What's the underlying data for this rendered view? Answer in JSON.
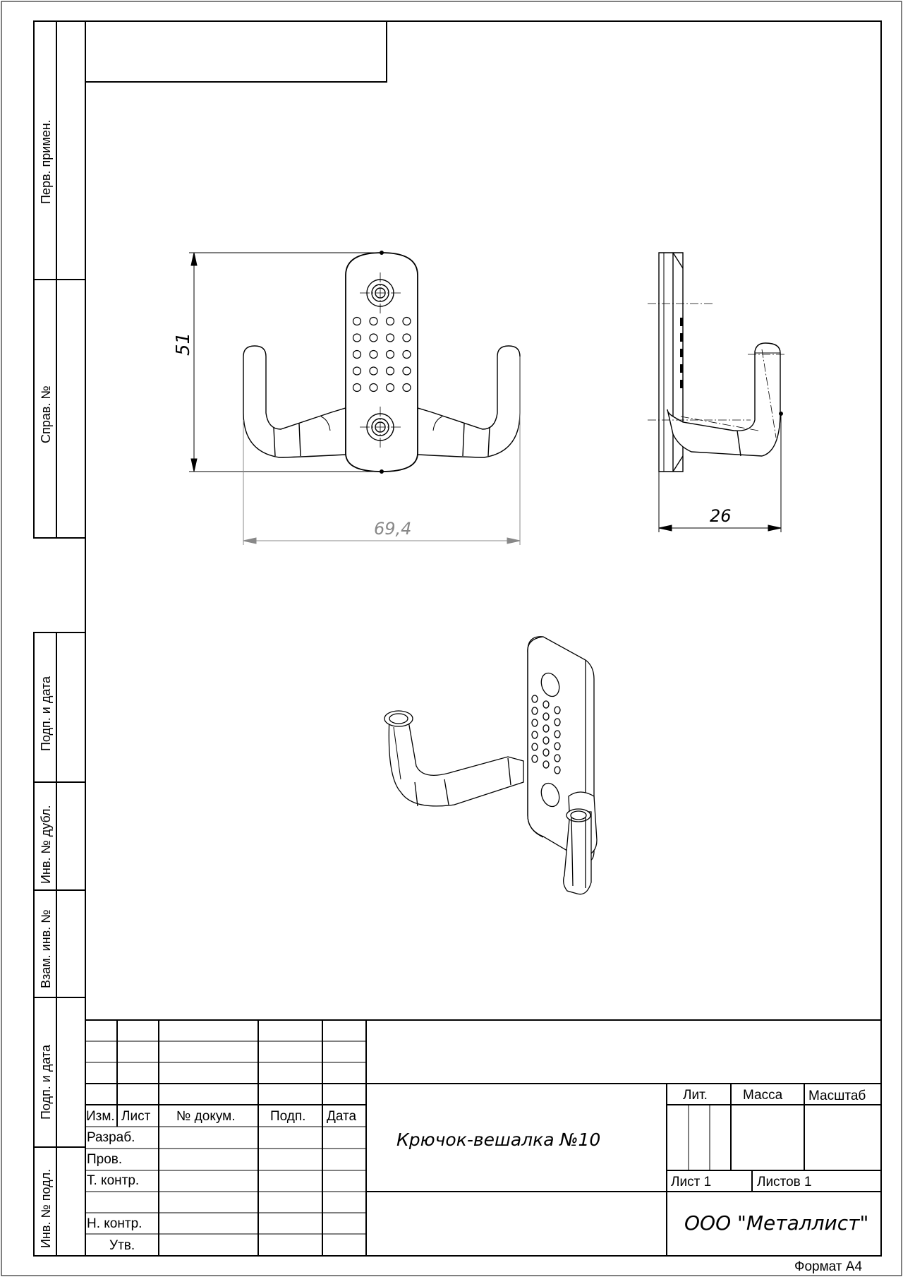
{
  "side_stamp": {
    "perv_primen": "Перв. примен.",
    "sprav_no": "Справ. №",
    "podp_data_1": "Подп. и дата",
    "inv_no_dubl": "Инв. № дубл.",
    "vzam_inv_no": "Взам. инв. №",
    "podp_data_2": "Подп. и дата",
    "inv_no_podl": "Инв. № подл."
  },
  "dimensions": {
    "height": "51",
    "width": "69,4",
    "depth": "26"
  },
  "title_block": {
    "headers": {
      "izm": "Изм.",
      "list": "Лист",
      "no_dokum": "№ докум.",
      "podp": "Подп.",
      "data": "Дата"
    },
    "roles": {
      "razrab": "Разраб.",
      "prov": "Пров.",
      "t_kontr": "Т. контр.",
      "n_kontr": "Н. контр.",
      "utv": "Утв."
    },
    "designation": "Крючок-вешалка №10",
    "lit": "Лит.",
    "massa": "Масса",
    "masshtab": "Масштаб",
    "sheet": "Лист 1",
    "sheets": "Листов 1",
    "organization": "ООО \"Металлист\""
  },
  "format": "Формат А4"
}
